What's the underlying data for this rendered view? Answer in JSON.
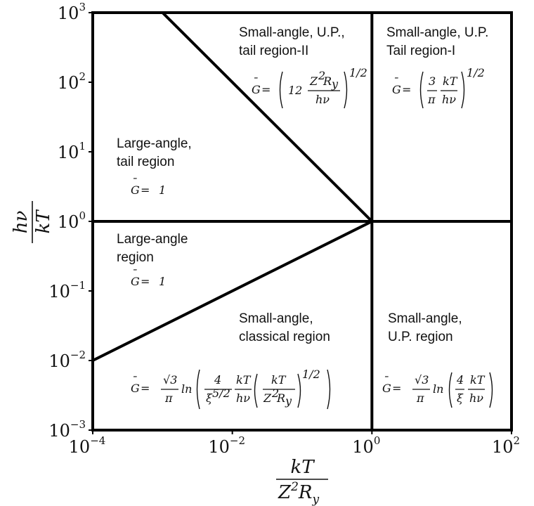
{
  "chart_data": {
    "type": "line",
    "x_scale": "log",
    "y_scale": "log",
    "xlim": [
      0.0001,
      100
    ],
    "ylim": [
      0.001,
      1000
    ],
    "grid": false,
    "x_ticks": [
      {
        "base": "10",
        "exp": "−4",
        "value": 0.0001
      },
      {
        "base": "10",
        "exp": "−2",
        "value": 0.01
      },
      {
        "base": "10",
        "exp": "0",
        "value": 1
      },
      {
        "base": "10",
        "exp": "2",
        "value": 100
      }
    ],
    "y_ticks": [
      {
        "base": "10",
        "exp": "−3",
        "value": 0.001
      },
      {
        "base": "10",
        "exp": "−2",
        "value": 0.01
      },
      {
        "base": "10",
        "exp": "−1",
        "value": 0.1
      },
      {
        "base": "10",
        "exp": "0",
        "value": 1
      },
      {
        "base": "10",
        "exp": "1",
        "value": 10
      },
      {
        "base": "10",
        "exp": "2",
        "value": 100
      },
      {
        "base": "10",
        "exp": "3",
        "value": 1000
      }
    ],
    "xlabel": {
      "numerator": "kT",
      "denominator_base": "Z",
      "denominator_sup": "2",
      "denominator_r": "R",
      "denominator_sub": "y"
    },
    "ylabel": {
      "numerator": "hν",
      "denominator": "kT"
    },
    "boundary_lines": [
      {
        "name": "tail-boundary",
        "points": [
          [
            0.001,
            1000
          ],
          [
            1,
            1
          ]
        ]
      },
      {
        "name": "horizontal-boundary",
        "points": [
          [
            0.0001,
            1
          ],
          [
            100,
            1
          ]
        ]
      },
      {
        "name": "vertical-boundary",
        "points": [
          [
            1,
            0.001
          ],
          [
            1,
            1000
          ]
        ]
      },
      {
        "name": "classical-boundary",
        "points": [
          [
            0.0001,
            0.01
          ],
          [
            1,
            1
          ]
        ]
      }
    ],
    "regions": [
      {
        "name": "small-angle-tail-ii",
        "lines": [
          "Small-angle, U.P.,",
          "tail region-II"
        ],
        "formula": "Ḡ = (12 Z²R_y / hν)^(1/2)",
        "label_pos": [
          0.0066,
          500
        ]
      },
      {
        "name": "small-angle-tail-i",
        "lines": [
          "Small-angle, U.P.",
          "Tail region-I"
        ],
        "formula": "Ḡ = ((3/π)(kT/hν))^(1/2)",
        "label_pos": [
          1.2,
          500
        ]
      },
      {
        "name": "large-angle-tail",
        "lines": [
          "Large-angle,",
          "tail region"
        ],
        "formula": "Ḡ = 1",
        "label_pos": [
          0.00035,
          10
        ]
      },
      {
        "name": "large-angle",
        "lines": [
          "Large-angle",
          "region"
        ],
        "formula": "Ḡ = 1",
        "label_pos": [
          0.00035,
          0.7
        ]
      },
      {
        "name": "small-angle-classical",
        "lines": [
          "Small-angle,",
          "classical region"
        ],
        "formula": "Ḡ = (√3/π) ln( (4/ξ^(5/2)) (kT/hν) (kT/(Z²R_y))^(1/2) )",
        "label_pos": [
          0.0066,
          0.045
        ]
      },
      {
        "name": "small-angle-up",
        "lines": [
          "Small-angle,",
          "U.P. region"
        ],
        "formula": "Ḡ = (√3/π) ln( (4/ξ)(kT/hν) )",
        "label_pos": [
          1.2,
          0.045
        ]
      }
    ]
  }
}
